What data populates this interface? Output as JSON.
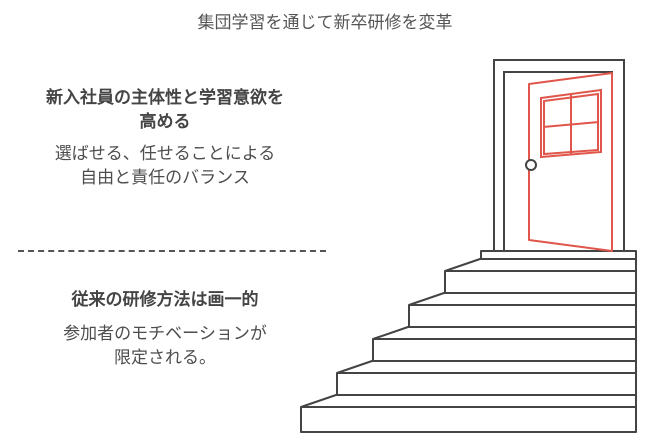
{
  "title": "集団学習を通じて新卒研修を変革",
  "top_section": {
    "heading_line1": "新入社員の主体性と学習意欲を",
    "heading_line2": "高める",
    "body_line1": "選ばせる、任せることによる",
    "body_line2": "自由と責任のバランス"
  },
  "bottom_section": {
    "heading": "従来の研修方法は画一的",
    "body_line1": "参加者のモチベーションが",
    "body_line2": "限定される。"
  },
  "colors": {
    "door_accent": "#e0564a",
    "stroke": "#444444"
  },
  "icons": [
    "open-door-icon",
    "staircase-icon"
  ]
}
